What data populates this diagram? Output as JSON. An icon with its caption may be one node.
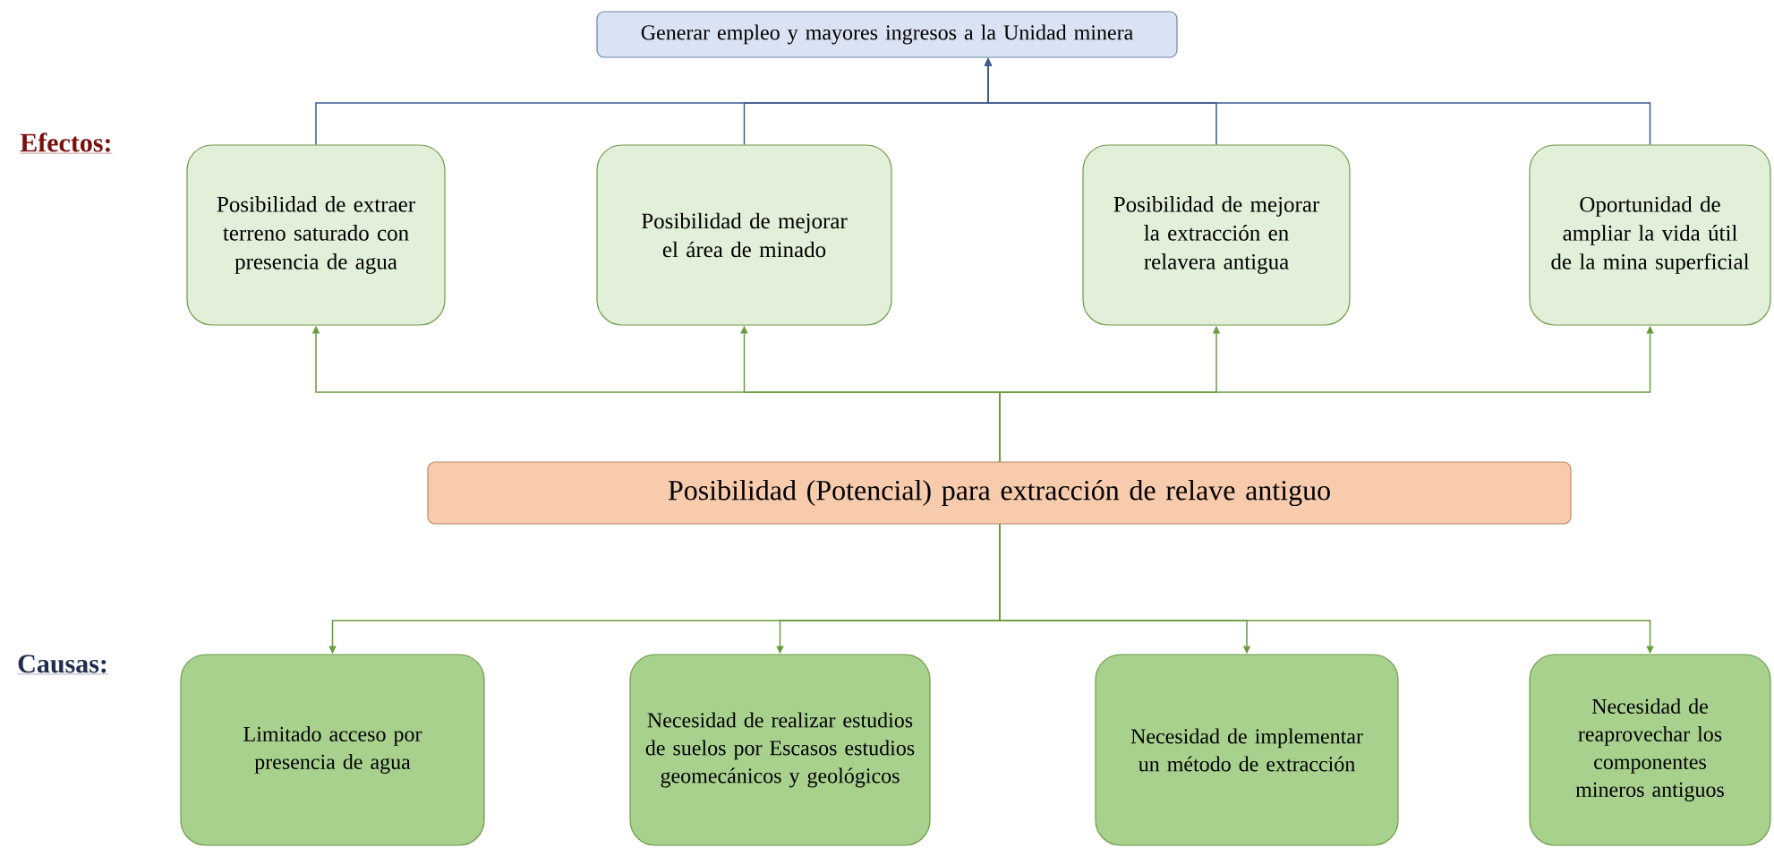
{
  "diagram": {
    "nodes": [
      {
        "text": [
          "Generar empleo y mayores ingresos a la Unidad minera"
        ]
      },
      {
        "text": [
          "Posibilidad de extraer terreno saturado  con presencia de agua"
        ]
      },
      {
        "text": [
          "Posibilidad de mejorar el área de minado"
        ]
      },
      {
        "text": [
          "Posibilidad de mejorar la extracción en relavera antigua"
        ]
      },
      {
        "text": [
          "Oportunidad de ampliar la vida útil de la mina superficial"
        ]
      },
      {
        "text": [
          "Posibilidad (Potencial) para extracción de relave antiguo"
        ]
      },
      {
        "text": [
          "Limitado acceso por presencia de agua"
        ]
      },
      {
        "text": [
          "Necesidad de realizar estudios de suelos por Escasos estudios geomecánicos y geológicos"
        ]
      },
      {
        "text": [
          "Necesidad de implementar un método de extracción"
        ]
      },
      {
        "text": [
          "Necesidad de reaprovechar los componentes mineros antiguos"
        ]
      }
    ],
    "edges": [
      {
        "from": 1,
        "to": 0,
        "arrow": "to",
        "color": "#3c5a8c"
      },
      {
        "from": 2,
        "to": 0,
        "arrow": "to",
        "color": "#3c5a8c"
      },
      {
        "from": 3,
        "to": 0,
        "arrow": "to",
        "color": "#3c5a8c"
      },
      {
        "from": 4,
        "to": 0,
        "arrow": "to",
        "color": "#3c5a8c"
      },
      {
        "from": 5,
        "to": 1,
        "arrow": "to"
      },
      {
        "from": 5,
        "to": 2,
        "arrow": "to"
      },
      {
        "from": 5,
        "to": 3,
        "arrow": "to"
      },
      {
        "from": 5,
        "to": 4,
        "arrow": "to"
      },
      {
        "from": 5,
        "to": 6,
        "arrow": "to"
      },
      {
        "from": 5,
        "to": 7,
        "arrow": "to"
      },
      {
        "from": 5,
        "to": 8,
        "arrow": "to"
      },
      {
        "from": 5,
        "to": 9,
        "arrow": "to"
      }
    ],
    "labels": [
      "Efectos:",
      "Causas:"
    ]
  }
}
